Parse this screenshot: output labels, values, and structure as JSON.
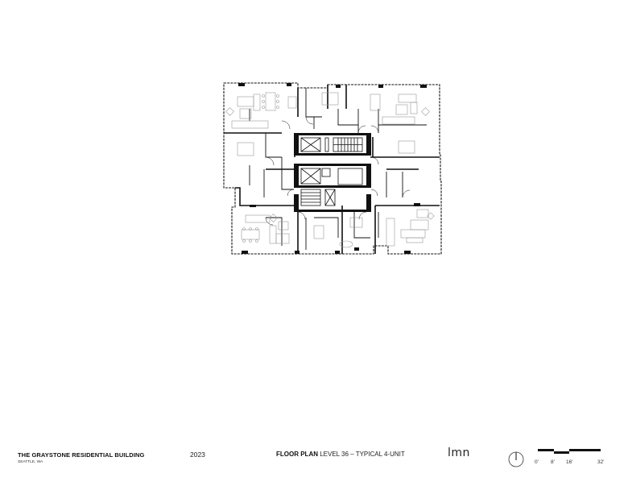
{
  "drawing": {
    "type": "architectural-floor-plan",
    "units_shown": 4,
    "core": {
      "elevators": 2,
      "stairs": 2
    },
    "colors": {
      "wall": "#111111",
      "furniture": "#9a9a9a",
      "background": "#ffffff"
    }
  },
  "title_block": {
    "project_title": "THE GRAYSTONE RESIDENTIAL BUILDING",
    "project_location": "SEATTLE, WA",
    "year": "2023",
    "sheet_title_bold": "FLOOR PLAN",
    "sheet_title_rest": " LEVEL 36 – TYPICAL 4-UNIT",
    "firm_logo": "lmn"
  },
  "north_arrow": {
    "icon": "north-arrow-icon"
  },
  "scale_bar": {
    "labels": [
      "0'",
      "8'",
      "16'",
      "32'"
    ]
  }
}
